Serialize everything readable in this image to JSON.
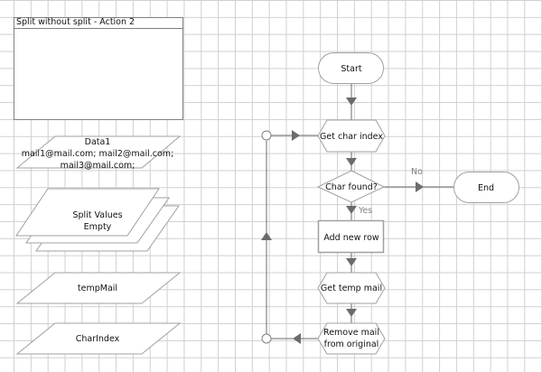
{
  "frame": {
    "title": "Split without split - Action 2"
  },
  "variables": [
    {
      "name": "Data1",
      "value_lines": [
        "mail1@mail.com; mail2@mail.com;",
        "mail3@mail.com;"
      ],
      "stacked": false
    },
    {
      "name": "Split Values",
      "value_lines": [
        "Empty"
      ],
      "stacked": true
    },
    {
      "name": "tempMail",
      "value_lines": [],
      "stacked": false
    },
    {
      "name": "CharIndex",
      "value_lines": [],
      "stacked": false
    }
  ],
  "flow": {
    "start": "Start",
    "get_char_index": "Get char index",
    "decision": "Char found?",
    "no_label": "No",
    "yes_label": "Yes",
    "end": "End",
    "add_new_row": "Add new row",
    "get_temp_mail": "Get temp mail",
    "remove_mail_lines": [
      "Remove mail",
      "from original"
    ]
  },
  "colors": {
    "stroke": "#a0a0a0",
    "connector": "#6b6b6b",
    "grid": "#d0d0d0",
    "label_grey": "#808080"
  }
}
